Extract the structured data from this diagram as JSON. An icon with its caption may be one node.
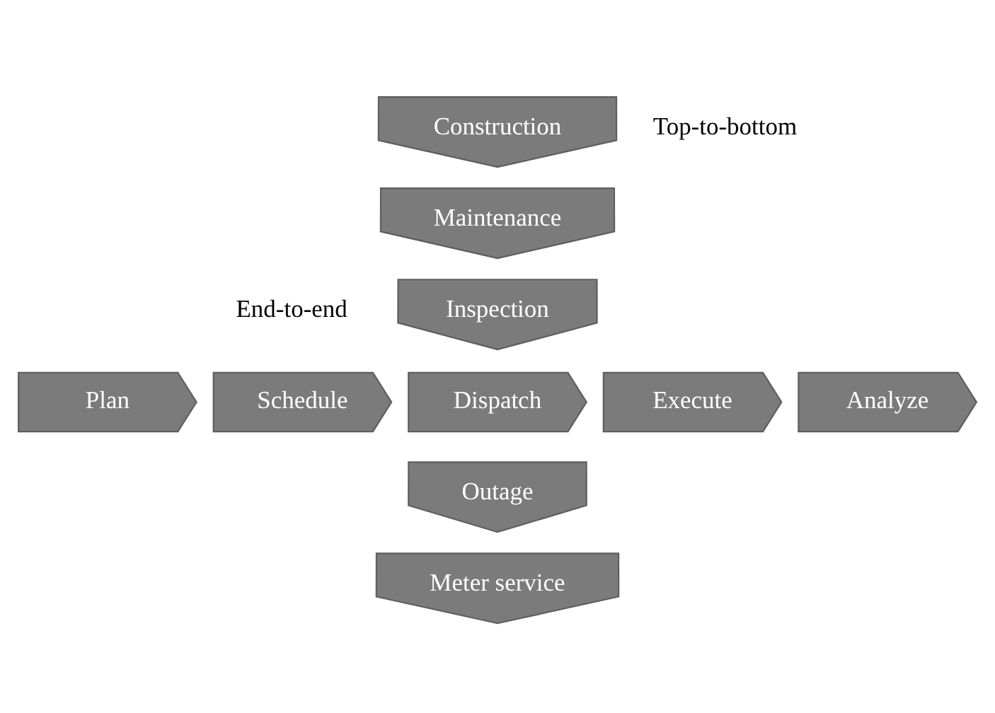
{
  "diagram": {
    "nodes": [
      {
        "text": [
          "Construction"
        ]
      },
      {
        "text": [
          "Maintenance"
        ]
      },
      {
        "text": [
          "Inspection"
        ]
      },
      {
        "text": [
          "Plan"
        ]
      },
      {
        "text": [
          "Schedule"
        ]
      },
      {
        "text": [
          "Dispatch"
        ]
      },
      {
        "text": [
          "Execute"
        ]
      },
      {
        "text": [
          "Analyze"
        ]
      },
      {
        "text": [
          "Outage"
        ]
      },
      {
        "text": [
          "Meter service"
        ]
      }
    ],
    "edges": [],
    "labels": [
      "Top-to-bottom",
      "End-to-end"
    ]
  }
}
